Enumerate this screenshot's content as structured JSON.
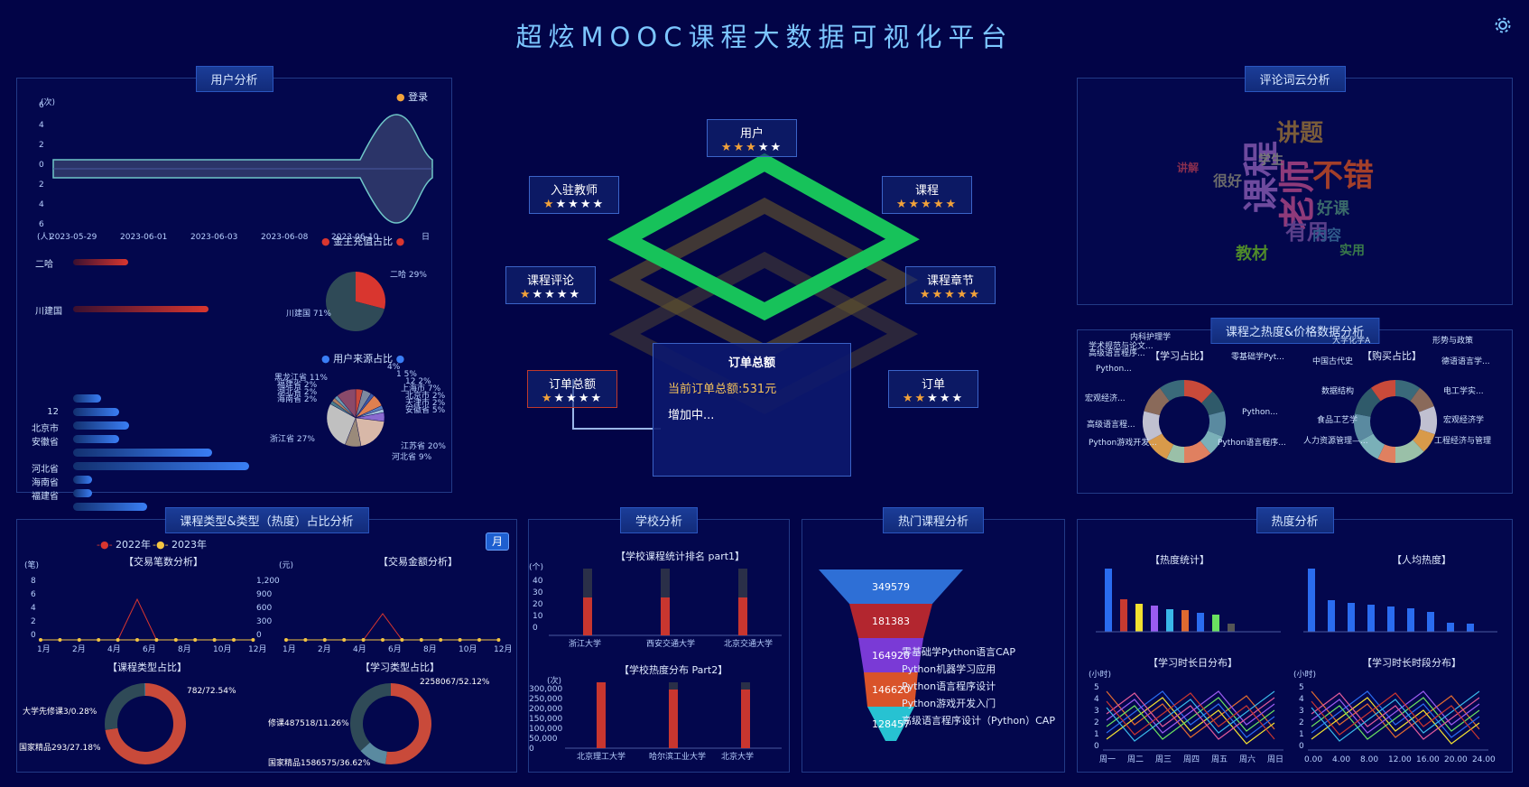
{
  "title": "超炫MOOC课程大数据可视化平台",
  "panels": {
    "user": "用户分析",
    "cloud": "评论词云分析",
    "course": "课程之热度&价格数据分析",
    "type": "课程类型&类型（热度）占比分析",
    "school": "学校分析",
    "hot": "热门课程分析",
    "heat": "热度分析"
  },
  "user": {
    "legend": "登录",
    "y_unit_top": "(次)",
    "y_unit_bot": "(人)",
    "x_unit": "日",
    "yticks": [
      "6",
      "4",
      "2",
      "0",
      "2",
      "4",
      "6"
    ],
    "dates": [
      "2023-05-29",
      "2023-06-01",
      "2023-06-03",
      "2023-06-08",
      "2023-06-10"
    ],
    "recharge_title": "金主充值占比",
    "recharge_bars": [
      {
        "label": "二哈",
        "value": 29
      },
      {
        "label": "川建国",
        "value": 71
      }
    ],
    "recharge_pie": [
      {
        "label": "二哈 29%",
        "value": 29,
        "color": "#d9362f"
      },
      {
        "label": "川建国 71%",
        "value": 71,
        "color": "#2f4a57"
      }
    ],
    "source_title": "用户来源占比",
    "source_bars": [
      {
        "label": "",
        "value": 3
      },
      {
        "label": "12",
        "value": 5
      },
      {
        "label": "北京市",
        "value": 6
      },
      {
        "label": "安徽省",
        "value": 5
      },
      {
        "label": "",
        "value": 15
      },
      {
        "label": "河北省",
        "value": 19
      },
      {
        "label": "海南省",
        "value": 2
      },
      {
        "label": "福建省",
        "value": 2
      },
      {
        "label": "",
        "value": 8
      }
    ],
    "source_pie": [
      {
        "label": "4%",
        "value": 4
      },
      {
        "label": "1 5%",
        "value": 5
      },
      {
        "label": "12 2%",
        "value": 2
      },
      {
        "label": "上海市 7%",
        "value": 7
      },
      {
        "label": "北京市 2%",
        "value": 2
      },
      {
        "label": "天津市 2%",
        "value": 2
      },
      {
        "label": "安徽省 5%",
        "value": 5
      },
      {
        "label": "江苏省 20%",
        "value": 20
      },
      {
        "label": "河北省 9%",
        "value": 9
      },
      {
        "label": "浙江省 27%",
        "value": 27
      },
      {
        "label": "海南省 2%",
        "value": 2
      },
      {
        "label": "湖北省 2%",
        "value": 2
      },
      {
        "label": "福建省 2%",
        "value": 2
      },
      {
        "label": "黑龙江省 11%",
        "value": 11
      }
    ]
  },
  "center": {
    "nodes": [
      {
        "name": "用户",
        "stars": 3
      },
      {
        "name": "入驻教师",
        "stars": 1
      },
      {
        "name": "课程",
        "stars": 5
      },
      {
        "name": "课程评论",
        "stars": 1
      },
      {
        "name": "课程章节",
        "stars": 5
      },
      {
        "name": "订单总额",
        "stars": 1
      },
      {
        "name": "订单",
        "stars": 2
      }
    ],
    "order_title": "订单总额",
    "order_amount": "当前订单总额:531元",
    "order_status": "增加中..."
  },
  "cloud": {
    "words": [
      {
        "t": "讲题",
        "c": "#7a5c3a"
      },
      {
        "t": "不错",
        "c": "#a33f2a"
      },
      {
        "t": "课程",
        "c": "#6e4a9e"
      },
      {
        "t": "老师",
        "c": "#8f3a7a"
      },
      {
        "t": "有用",
        "c": "#5a3f8a"
      },
      {
        "t": "教材",
        "c": "#4f8a2a"
      },
      {
        "t": "很好",
        "c": "#6a6a6a"
      },
      {
        "t": "学生",
        "c": "#777"
      },
      {
        "t": "好课",
        "c": "#3a6a6a"
      },
      {
        "t": "内容",
        "c": "#2f5a8a"
      },
      {
        "t": "讲解",
        "c": "#8a2f4f"
      },
      {
        "t": "实用",
        "c": "#3a7a4a"
      }
    ]
  },
  "course": {
    "learn_title": "【学习占比】",
    "buy_title": "【购买占比】",
    "learn_labels": [
      "内科护理学",
      "学术规范与论文...",
      "高级语言程序...",
      "Python...",
      "宏观经济...",
      "高级语言程...",
      "Python游戏开发...",
      "零基础学Pyt...",
      "Python...",
      "Python语言程序..."
    ],
    "buy_labels": [
      "大学化学A",
      "形势与政策",
      "中国古代史",
      "德语语言学...",
      "数据结构",
      "电工学实...",
      "食品工艺学",
      "宏观经济学",
      "人力资源管理—...",
      "工程经济与管理"
    ]
  },
  "type": {
    "legend": [
      "2022年",
      "2023年"
    ],
    "btn": "月",
    "tx_title": "【交易笔数分析】",
    "amt_title": "【交易金额分析】",
    "tx_unit": "(笔)",
    "amt_unit": "(元)",
    "tx_yticks": [
      "8",
      "6",
      "4",
      "2",
      "0"
    ],
    "amt_yticks": [
      "1,200",
      "900",
      "600",
      "300",
      "0"
    ],
    "months": [
      "1月",
      "2月",
      "4月",
      "6月",
      "8月",
      "10月",
      "12月"
    ],
    "ctype_title": "【课程类型占比】",
    "ltype_title": "【学习类型占比】",
    "ctype_labels": [
      "大学先修课3/0.28%",
      "782/72.54%",
      "国家精品293/27.18%"
    ],
    "ltype_labels": [
      "2258067/52.12%",
      "修课487518/11.26%",
      "国家精品1586575/36.62%"
    ]
  },
  "school": {
    "t1": "【学校课程统计排名 part1】",
    "t2": "【学校热度分布 Part2】",
    "u1": "(个)",
    "u2": "(次)",
    "y1": [
      "40",
      "30",
      "20",
      "10",
      "0"
    ],
    "y2": [
      "300,000",
      "250,000",
      "200,000",
      "150,000",
      "100,000",
      "50,000",
      "0"
    ],
    "s1": [
      "浙江大学",
      "西安交通大学",
      "北京交通大学"
    ],
    "s2": [
      "北京理工大学",
      "哈尔滨工业大学",
      "北京大学"
    ]
  },
  "hot": {
    "values": [
      "349579",
      "181383",
      "164920",
      "146620",
      "128457"
    ],
    "courses": [
      "零基础学Python语言CAP",
      "Python机器学习应用",
      "Python语言程序设计",
      "Python游戏开发入门",
      "高级语言程序设计（Python）CAP"
    ]
  },
  "heat": {
    "t1": "【热度统计】",
    "t2": "【人均热度】",
    "t3": "【学习时长日分布】",
    "t4": "【学习时长时段分布】",
    "unit": "(小时)",
    "days": [
      "周一",
      "周二",
      "周三",
      "周四",
      "周五",
      "周六",
      "周日"
    ],
    "hours": [
      "0.00",
      "4.00",
      "8.00",
      "12.00",
      "16.00",
      "20.00",
      "24.00"
    ],
    "yt": [
      "5",
      "4",
      "3",
      "2",
      "1",
      "0"
    ]
  }
}
